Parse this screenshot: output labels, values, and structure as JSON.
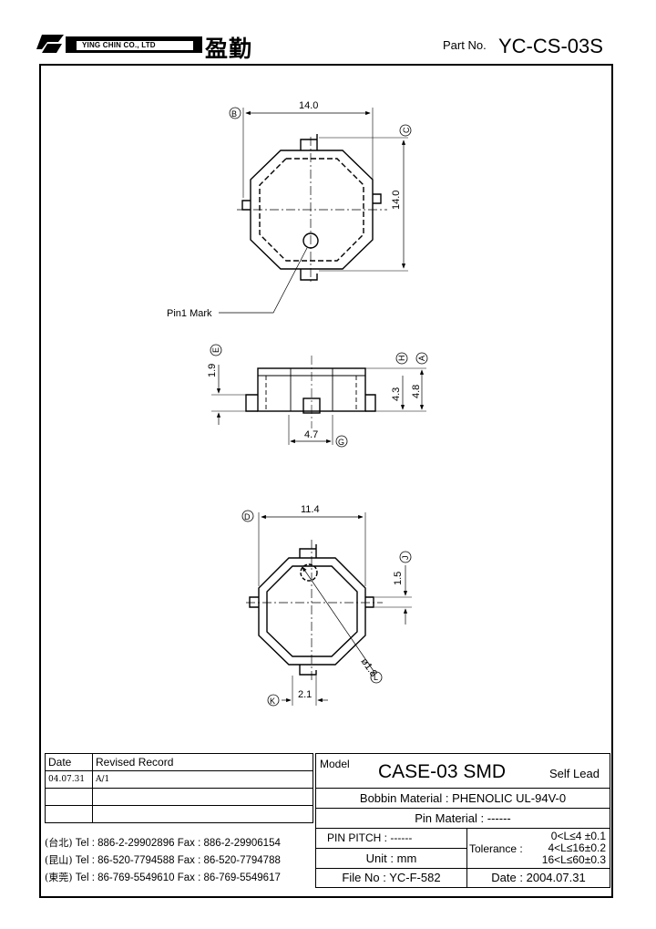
{
  "header": {
    "company_en": "YING CHIN CO., LTD",
    "company_cn": "盈勤",
    "part_label": "Part No.",
    "part_no": "YC-CS-03S"
  },
  "drawing": {
    "top_view": {
      "dim_width": "14.0",
      "dim_height": "14.0",
      "label_b": "B",
      "label_c": "C",
      "pin1_label": "Pin1 Mark"
    },
    "side_view": {
      "dim_e": "1.9",
      "label_e": "E",
      "dim_h": "4.3",
      "label_h": "H",
      "dim_a": "4.8",
      "label_a": "A",
      "dim_g": "4.7",
      "label_g": "G"
    },
    "bottom_view": {
      "dim_d": "11.4",
      "label_d": "D",
      "dim_j": "1.5",
      "label_j": "J",
      "dim_l": "ø1.8",
      "label_l": "L",
      "dim_k": "2.1",
      "label_k": "K"
    }
  },
  "revision": {
    "col_date": "Date",
    "col_record": "Revised  Record",
    "rows": [
      {
        "date": "04.07.31",
        "record": "A/1"
      },
      {
        "date": "",
        "record": ""
      },
      {
        "date": "",
        "record": ""
      }
    ]
  },
  "contacts": [
    {
      "region": "(台北)",
      "tel": "Tel : 886-2-29902896",
      "fax": "Fax : 886-2-29906154"
    },
    {
      "region": "(昆山)",
      "tel": "Tel : 86-520-7794588",
      "fax": "Fax : 86-520-7794788"
    },
    {
      "region": "(東莞)",
      "tel": "Tel : 86-769-5549610",
      "fax": "Fax : 86-769-5549617"
    }
  ],
  "spec": {
    "model_label": "Model",
    "model": "CASE-03 SMD",
    "model_note": "Self Lead",
    "bobbin_label": "Bobbin  Material :",
    "bobbin_value": "PHENOLIC UL-94V-0",
    "pin_label": "Pin  Material :",
    "pin_value": "------",
    "pitch_label": "PIN  PITCH :",
    "pitch_value": "------",
    "unit_label": "Unit :",
    "unit_value": "mm",
    "tolerance_label": "Tolerance :",
    "tol_rows": [
      "0<L≤4  ±0.1",
      "4<L≤16±0.2",
      "16<L≤60±0.3"
    ],
    "file_label": "File  No :",
    "file_value": "YC-F-582",
    "date_label": "Date :",
    "date_value": "2004.07.31"
  }
}
